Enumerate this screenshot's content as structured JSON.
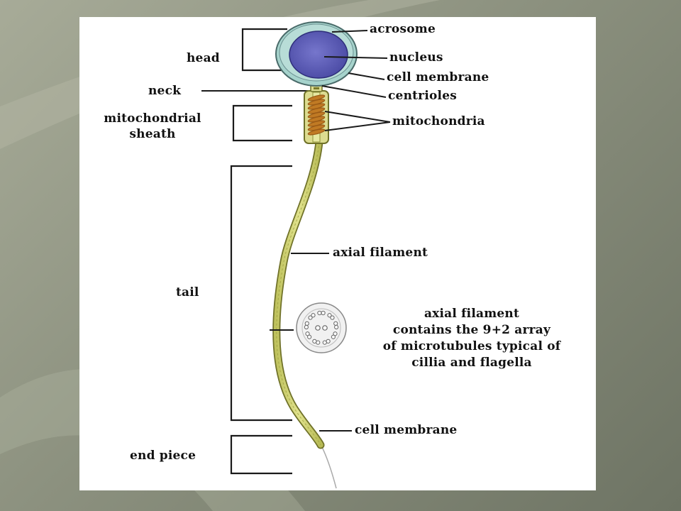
{
  "colors": {
    "slide_background": "#8c917f",
    "panel": "#ffffff",
    "acrosome_fill": "#a6d3cc",
    "nucleus_fill": "#5f5fb8",
    "tail_fill": "#d4d678",
    "tail_outline": "#6f7128",
    "mitochondria_fill": "#c07a24",
    "text": "#111111"
  },
  "labels": {
    "head": "head",
    "neck": "neck",
    "mitochondrial_sheath_line1": "mitochondrial",
    "mitochondrial_sheath_line2": "sheath",
    "tail": "tail",
    "end_piece": "end piece",
    "acrosome": "acrosome",
    "nucleus": "nucleus",
    "cell_membrane_head": "cell membrane",
    "centrioles": "centrioles",
    "mitochondria": "mitochondria",
    "axial_filament": "axial filament",
    "cross_section_line1": "axial filament",
    "cross_section_line2": "contains the 9+2 array",
    "cross_section_line3": "of microtubules typical of",
    "cross_section_line4": "cillia and flagella",
    "cell_membrane_tail": "cell membrane"
  },
  "cross_section": {
    "outer_doublets": 9,
    "central_singlets": 2
  }
}
